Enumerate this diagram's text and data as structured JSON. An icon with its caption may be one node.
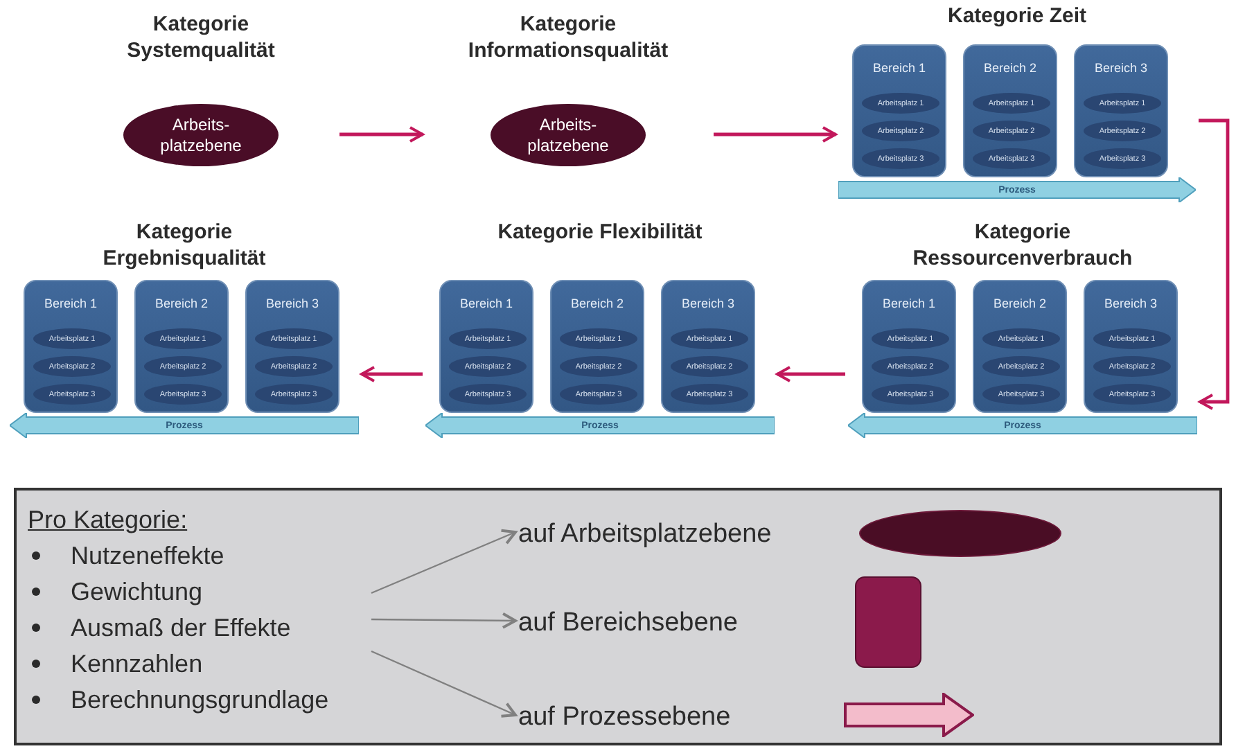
{
  "diagram": {
    "nodes": [
      {
        "text": [
          "Kategorie Systemqualität"
        ]
      },
      {
        "text": [
          "Arbeits- platzebene"
        ],
        "in": 0
      },
      {
        "text": [
          "Kategorie Informationsqualität"
        ]
      },
      {
        "text": [
          "Arbeits- platzebene"
        ],
        "in": 2
      },
      {
        "text": [
          "Kategorie Zeit"
        ]
      },
      {
        "text": [
          "Bereich 1"
        ],
        "in": 4
      },
      {
        "text": [
          "Arbeitsplatz 1"
        ],
        "in": 5
      },
      {
        "text": [
          "Arbeitsplatz 2"
        ],
        "in": 5
      },
      {
        "text": [
          "Arbeitsplatz 3"
        ],
        "in": 5
      },
      {
        "text": [
          "Bereich 2"
        ],
        "in": 4
      },
      {
        "text": [
          "Arbeitsplatz 1"
        ],
        "in": 9
      },
      {
        "text": [
          "Arbeitsplatz 2"
        ],
        "in": 9
      },
      {
        "text": [
          "Arbeitsplatz 3"
        ],
        "in": 9
      },
      {
        "text": [
          "Bereich 3"
        ],
        "in": 4
      },
      {
        "text": [
          "Arbeitsplatz 1"
        ],
        "in": 13
      },
      {
        "text": [
          "Arbeitsplatz 2"
        ],
        "in": 13
      },
      {
        "text": [
          "Arbeitsplatz 3"
        ],
        "in": 13
      },
      {
        "text": [
          "Prozess"
        ],
        "in": 4
      },
      {
        "text": [
          "Kategorie Ergebnisqualität"
        ]
      },
      {
        "text": [
          "Bereich 1"
        ],
        "in": 18
      },
      {
        "text": [
          "Arbeitsplatz 1"
        ],
        "in": 19
      },
      {
        "text": [
          "Arbeitsplatz 2"
        ],
        "in": 19
      },
      {
        "text": [
          "Arbeitsplatz 3"
        ],
        "in": 19
      },
      {
        "text": [
          "Bereich 2"
        ],
        "in": 18
      },
      {
        "text": [
          "Arbeitsplatz 1"
        ],
        "in": 23
      },
      {
        "text": [
          "Arbeitsplatz 2"
        ],
        "in": 23
      },
      {
        "text": [
          "Arbeitsplatz 3"
        ],
        "in": 23
      },
      {
        "text": [
          "Bereich 3"
        ],
        "in": 18
      },
      {
        "text": [
          "Arbeitsplatz 1"
        ],
        "in": 27
      },
      {
        "text": [
          "Arbeitsplatz 2"
        ],
        "in": 27
      },
      {
        "text": [
          "Arbeitsplatz 3"
        ],
        "in": 27
      },
      {
        "text": [
          "Prozess"
        ],
        "in": 18
      },
      {
        "text": [
          "Kategorie Flexibilität"
        ]
      },
      {
        "text": [
          "Bereich 1"
        ],
        "in": 32
      },
      {
        "text": [
          "Arbeitsplatz 1"
        ],
        "in": 33
      },
      {
        "text": [
          "Arbeitsplatz 2"
        ],
        "in": 33
      },
      {
        "text": [
          "Arbeitsplatz 3"
        ],
        "in": 33
      },
      {
        "text": [
          "Bereich 2"
        ],
        "in": 32
      },
      {
        "text": [
          "Arbeitsplatz 1"
        ],
        "in": 37
      },
      {
        "text": [
          "Arbeitsplatz 2"
        ],
        "in": 37
      },
      {
        "text": [
          "Arbeitsplatz 3"
        ],
        "in": 37
      },
      {
        "text": [
          "Bereich 3"
        ],
        "in": 32
      },
      {
        "text": [
          "Arbeitsplatz 1"
        ],
        "in": 41
      },
      {
        "text": [
          "Arbeitsplatz 2"
        ],
        "in": 41
      },
      {
        "text": [
          "Arbeitsplatz 3"
        ],
        "in": 41
      },
      {
        "text": [
          "Prozess"
        ],
        "in": 32
      },
      {
        "text": [
          "Kategorie Ressourcenverbrauch"
        ]
      },
      {
        "text": [
          "Bereich 1"
        ],
        "in": 46
      },
      {
        "text": [
          "Arbeitsplatz 1"
        ],
        "in": 47
      },
      {
        "text": [
          "Arbeitsplatz 2"
        ],
        "in": 47
      },
      {
        "text": [
          "Arbeitsplatz 3"
        ],
        "in": 47
      },
      {
        "text": [
          "Bereich 2"
        ],
        "in": 46
      },
      {
        "text": [
          "Arbeitsplatz 1"
        ],
        "in": 51
      },
      {
        "text": [
          "Arbeitsplatz 2"
        ],
        "in": 51
      },
      {
        "text": [
          "Arbeitsplatz 3"
        ],
        "in": 51
      },
      {
        "text": [
          "Bereich 3"
        ],
        "in": 46
      },
      {
        "text": [
          "Arbeitsplatz 1"
        ],
        "in": 55
      },
      {
        "text": [
          "Arbeitsplatz 2"
        ],
        "in": 55
      },
      {
        "text": [
          "Arbeitsplatz 3"
        ],
        "in": 55
      },
      {
        "text": [
          "Prozess"
        ],
        "in": 46
      },
      {
        "text": [],
        "shape": "box"
      },
      {
        "text": [
          "Pro Kategorie:",
          "Nutzeneffekte",
          "Gewichtung",
          "Ausmaß der Effekte",
          "Kennzahlen",
          "Berechnungsgrundlage"
        ],
        "in": 60
      },
      {
        "text": [
          "auf Arbeitsplatzebene"
        ],
        "in": 60
      },
      {
        "text": [
          "auf Bereichsebene"
        ],
        "in": 60
      },
      {
        "text": [
          "auf Prozessebene"
        ],
        "in": 60
      },
      {
        "text": [],
        "shape": "ellipse",
        "in": 60
      },
      {
        "text": [],
        "shape": "box",
        "in": 60
      },
      {
        "text": [],
        "shape": "arrow",
        "in": 60
      }
    ],
    "edges": [
      {
        "from": 0,
        "to": 2,
        "arrow": "to"
      },
      {
        "from": 2,
        "to": 4,
        "arrow": "to"
      },
      {
        "from": 4,
        "to": 46,
        "arrow": "to"
      },
      {
        "from": 46,
        "to": 32,
        "arrow": "to"
      },
      {
        "from": 32,
        "to": 18,
        "arrow": "to"
      },
      {
        "from": 61,
        "to": 62,
        "arrow": "to",
        "color": "#808080"
      },
      {
        "from": 61,
        "to": 63,
        "arrow": "to",
        "color": "#808080"
      },
      {
        "from": 61,
        "to": 64,
        "arrow": "to",
        "color": "#808080"
      }
    ]
  }
}
